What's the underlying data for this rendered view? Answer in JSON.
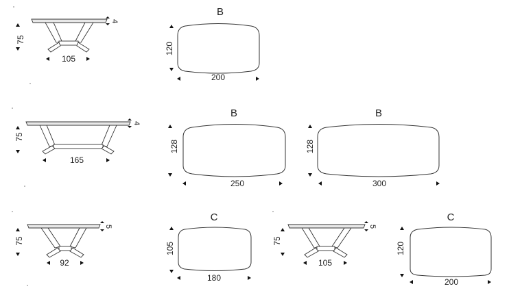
{
  "row1": {
    "side": {
      "height": "75",
      "width": "105",
      "thickness": "4"
    },
    "plan": {
      "letter": "B",
      "width": "200",
      "depth": "120"
    }
  },
  "row2": {
    "side": {
      "height": "75",
      "width": "165",
      "thickness": "4"
    },
    "plan_a": {
      "letter": "B",
      "width": "250",
      "depth": "128"
    },
    "plan_b": {
      "letter": "B",
      "width": "300",
      "depth": "128"
    }
  },
  "row3": {
    "side_a": {
      "height": "75",
      "width": "92",
      "thickness": "5"
    },
    "plan_a": {
      "letter": "C",
      "width": "180",
      "depth": "105"
    },
    "side_b": {
      "height": "75",
      "width": "105",
      "thickness": "5"
    },
    "plan_b": {
      "letter": "C",
      "width": "200",
      "depth": "120"
    }
  }
}
